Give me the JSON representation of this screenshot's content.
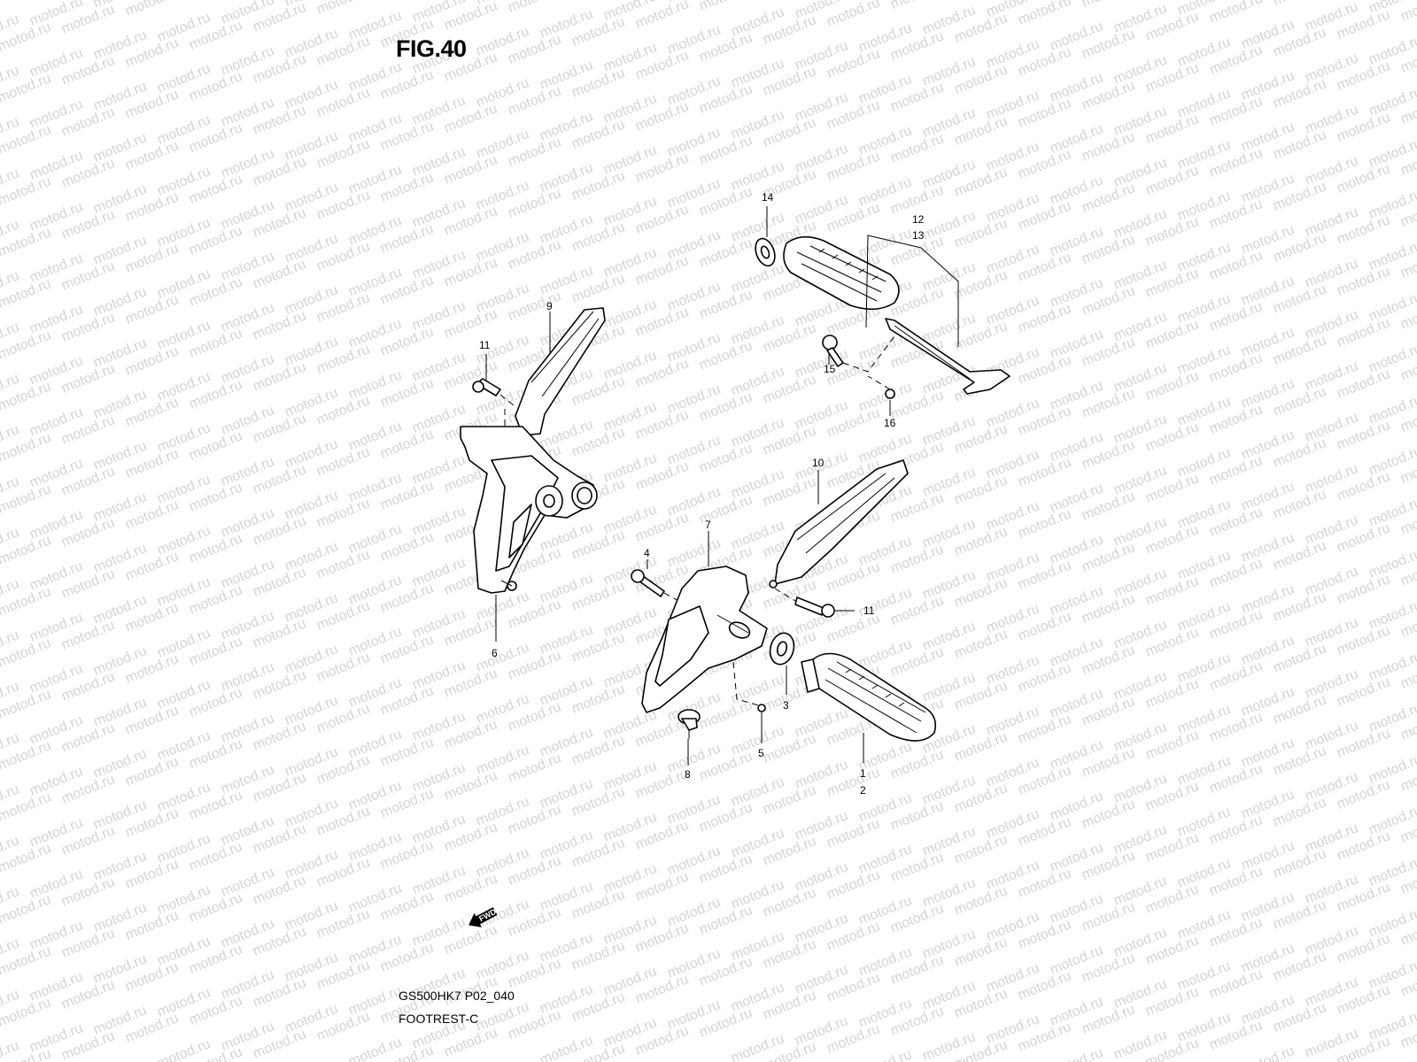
{
  "figure": {
    "title": "FIG.40",
    "code": "GS500HK7 P02_040",
    "name": "FOOTREST-C",
    "watermark": "motod.ru",
    "direction_label": "FWD"
  },
  "callouts": {
    "c1": "1",
    "c2": "2",
    "c3": "3",
    "c4": "4",
    "c5": "5",
    "c6": "6",
    "c7": "7",
    "c8": "8",
    "c9": "9",
    "c10": "10",
    "c11a": "11",
    "c11b": "11",
    "c12": "12",
    "c13": "13",
    "c14": "14",
    "c15": "15",
    "c16": "16"
  }
}
